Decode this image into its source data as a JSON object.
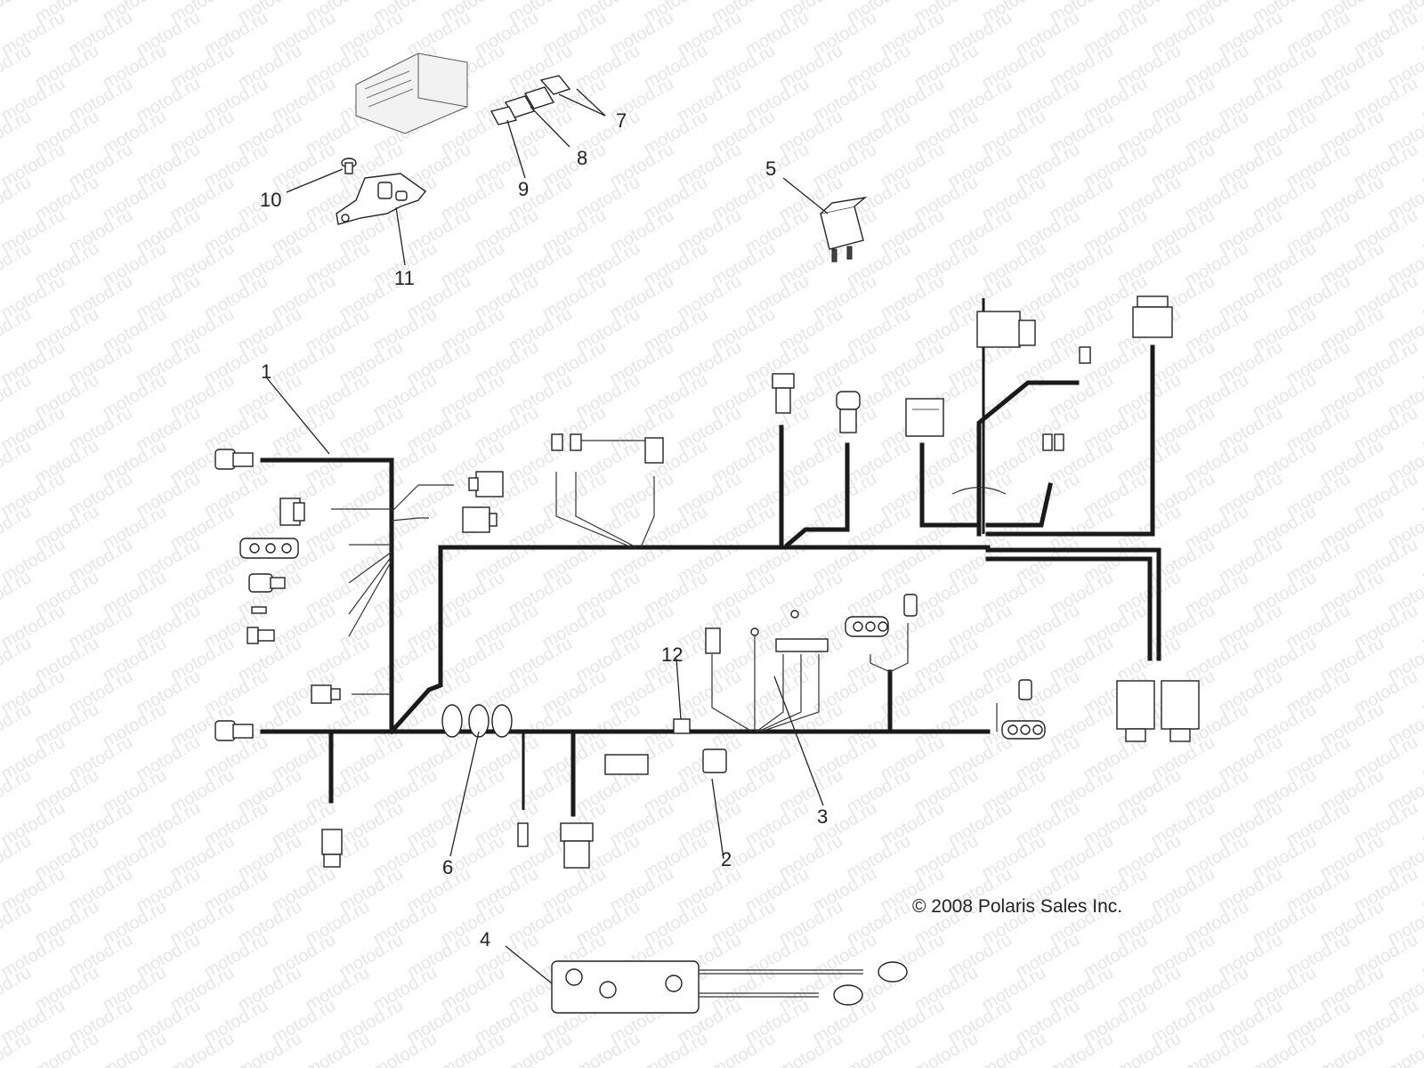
{
  "callouts": [
    {
      "id": "1",
      "label": "1"
    },
    {
      "id": "2",
      "label": "2"
    },
    {
      "id": "3",
      "label": "3"
    },
    {
      "id": "4",
      "label": "4"
    },
    {
      "id": "5",
      "label": "5"
    },
    {
      "id": "6",
      "label": "6"
    },
    {
      "id": "7",
      "label": "7"
    },
    {
      "id": "8",
      "label": "8"
    },
    {
      "id": "9",
      "label": "9"
    },
    {
      "id": "10",
      "label": "10"
    },
    {
      "id": "11",
      "label": "11"
    },
    {
      "id": "12",
      "label": "12"
    }
  ],
  "copyright": "© 2008 Polaris Sales Inc.",
  "watermark": "motod.ru",
  "colors": {
    "wire": "#1a1a1a",
    "watermark": "#e6e6e6",
    "background": "#ffffff"
  }
}
